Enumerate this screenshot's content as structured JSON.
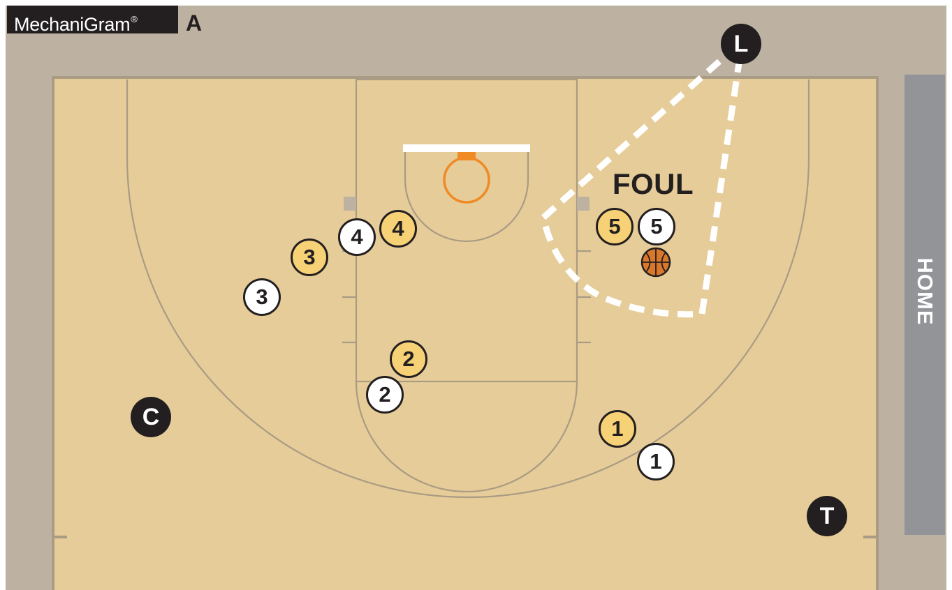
{
  "header": {
    "brand": "MechaniGram",
    "brand_mark": "®",
    "variant": "A"
  },
  "sideline_label": "HOME",
  "annotation": "FOUL",
  "officials": [
    {
      "id": "lead",
      "label": "L"
    },
    {
      "id": "center",
      "label": "C"
    },
    {
      "id": "trail",
      "label": "T"
    }
  ],
  "offense": [
    "1",
    "2",
    "3",
    "4",
    "5"
  ],
  "defense": [
    "1",
    "2",
    "3",
    "4",
    "5"
  ],
  "colors": {
    "floor": "#e6cc98",
    "out_of_bounds": "#bdb1a1",
    "court_lines": "#a99b84",
    "rim": "#f08a24",
    "defense_fill": "#f7d176",
    "offense_fill": "#ffffff",
    "official_fill": "#231f20",
    "sideline_bar": "#929497"
  },
  "icons": {
    "ball": "basketball-icon",
    "coverage": "dashed-coverage-area"
  }
}
